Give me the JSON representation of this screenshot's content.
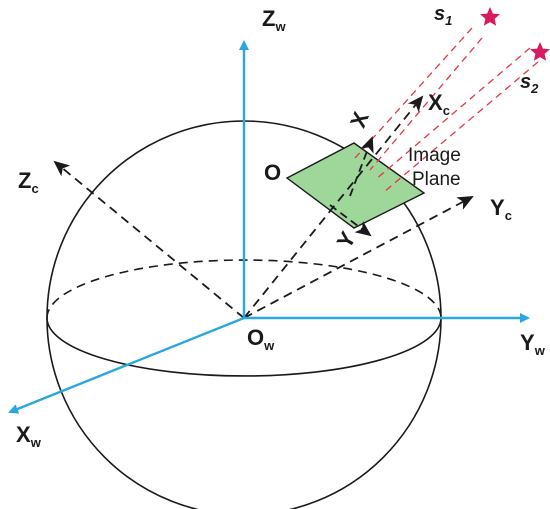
{
  "labels": {
    "zw": {
      "main": "Z",
      "sub": "w"
    },
    "yw": {
      "main": "Y",
      "sub": "w"
    },
    "xw": {
      "main": "X",
      "sub": "w"
    },
    "ow": {
      "main": "O",
      "sub": "w"
    },
    "zc": {
      "main": "Z",
      "sub": "c"
    },
    "xc": {
      "main": "X",
      "sub": "c"
    },
    "yc": {
      "main": "Y",
      "sub": "c"
    },
    "image_x": "X",
    "image_y": "Y",
    "image_origin": "O",
    "image_plane_line1": "Image",
    "image_plane_line2": "Plane",
    "s1": {
      "main": "s",
      "sub": "1"
    },
    "s2": {
      "main": "s",
      "sub": "2"
    }
  },
  "colors": {
    "world_axis": "#2aa7df",
    "sphere": "#1a1a1a",
    "camera_axis": "#1a1a1a",
    "image_plane_fill": "#9fd69a",
    "ray": "#e8344a",
    "star": "#d81b60"
  },
  "icons": {
    "star": "star-icon"
  }
}
